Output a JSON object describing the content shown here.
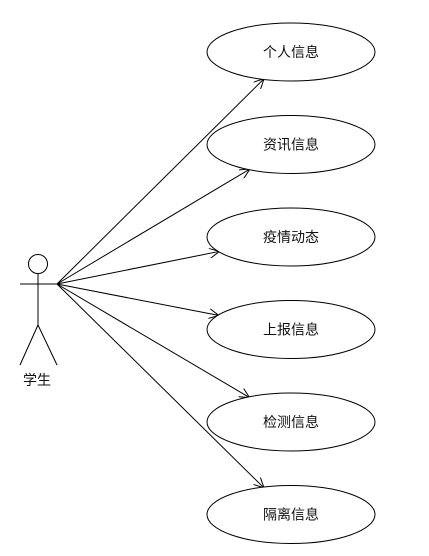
{
  "actor": {
    "name": "学生"
  },
  "use_cases": [
    {
      "label": "个人信息"
    },
    {
      "label": "资讯信息"
    },
    {
      "label": "疫情动态"
    },
    {
      "label": "上报信息"
    },
    {
      "label": "检测信息"
    },
    {
      "label": "隔离信息"
    }
  ],
  "colors": {
    "stroke": "#000000",
    "text": "#111111",
    "background": "#ffffff"
  }
}
